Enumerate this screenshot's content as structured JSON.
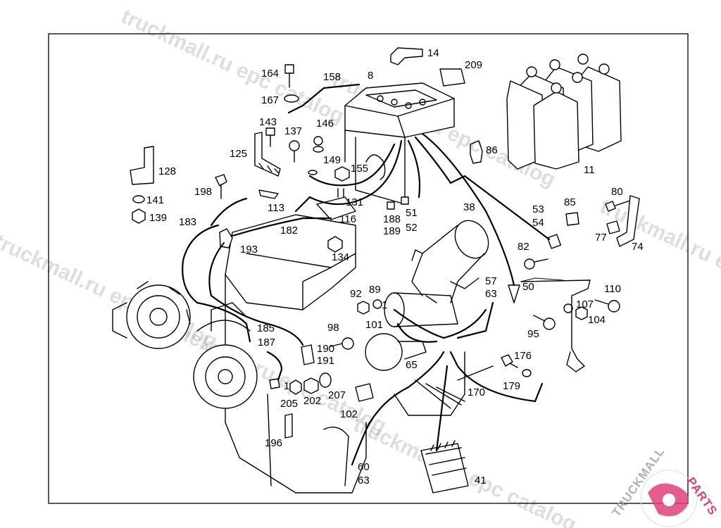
{
  "watermarks": {
    "text_1": "truckmall.ru epc catalog",
    "text_2": "truckmall.ru epc catalog",
    "text_3": "truckmall.ru epc catalog",
    "text_4": "truckmall.ru epc catalog",
    "text_5": "truckmall.ru epc catalog",
    "text_6": "truckmall.ru e"
  },
  "logo": {
    "text_a": "TRUCKMALL",
    "text_b": "PARTS",
    "colors": {
      "grey": "#b0b0b0",
      "pink": "#e0407a"
    }
  },
  "callouts": {
    "c14": "14",
    "c209": "209",
    "c8": "8",
    "c158": "158",
    "c164": "164",
    "c167": "167",
    "c11": "11",
    "c143": "143",
    "c137": "137",
    "c146": "146",
    "c125": "125",
    "c149": "149",
    "c155": "155",
    "c86": "86",
    "c128": "128",
    "c198": "198",
    "c141": "141",
    "c139": "139",
    "c113": "113",
    "c131": "131",
    "c116": "116",
    "c188": "188",
    "c189": "189",
    "c51": "51",
    "c52": "52",
    "c38": "38",
    "c53": "53",
    "c54": "54",
    "c85": "85",
    "c80": "80",
    "c77": "77",
    "c74": "74",
    "c183": "183",
    "c182": "182",
    "c193": "193",
    "c134": "134",
    "c82": "82",
    "c57": "57",
    "c63a": "63",
    "c50": "50",
    "c110": "110",
    "c92": "92",
    "c89": "89",
    "c1a": "1",
    "c107": "107",
    "c104": "104",
    "c101": "101",
    "c98": "98",
    "c95": "95",
    "c185": "185",
    "c187": "187",
    "c190": "190",
    "c191": "191",
    "c65": "65",
    "c176": "176",
    "c179": "179",
    "c170": "170",
    "c1b": "1",
    "c205": "205",
    "c202": "202",
    "c207": "207",
    "c102": "102",
    "c196": "196",
    "c60": "60",
    "c63b": "63",
    "c41": "41"
  }
}
